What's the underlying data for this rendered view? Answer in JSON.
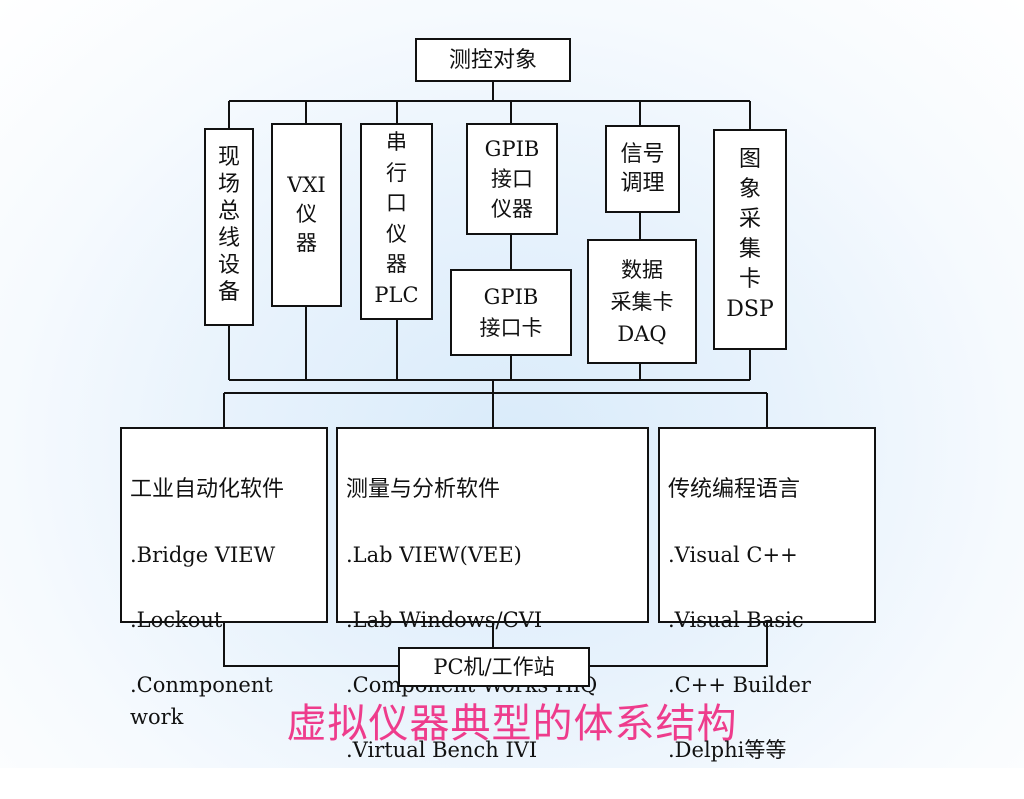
{
  "diagram": {
    "top": {
      "label": "测控对象"
    },
    "devices": [
      {
        "label": "现\n场\n总\n线\n设\n备"
      },
      {
        "label": "VXI\n仪\n器"
      },
      {
        "label": "串\n行\n口\n仪\n器\nPLC"
      },
      {
        "label": "GPIB\n接口\n仪器"
      },
      {
        "label": "信号\n调理"
      },
      {
        "label": "图\n象\n采\n集\n卡\nDSP"
      }
    ],
    "interfaces": [
      {
        "label": "GPIB\n接口卡"
      },
      {
        "label": "数据\n采集卡\nDAQ"
      }
    ],
    "software": [
      {
        "title": "工业自动化软件",
        "items": [
          ".Bridge VIEW",
          ".Lockout",
          ".Conmponent\nwork"
        ]
      },
      {
        "title": "测量与分析软件",
        "items": [
          ".Lab VIEW(VEE)",
          ".Lab Windows/CVI",
          ".Component Works HiQ",
          ".Virtual Bench IVI"
        ]
      },
      {
        "title": "传统编程语言",
        "items": [
          ".Visual C++",
          ".Visual Basic",
          ".C++ Builder",
          ".Delphi等等"
        ]
      }
    ],
    "base": {
      "label": "PC机/工作站"
    },
    "caption": "虚拟仪器典型的体系结构",
    "caption_color": "#ee3c8c"
  }
}
